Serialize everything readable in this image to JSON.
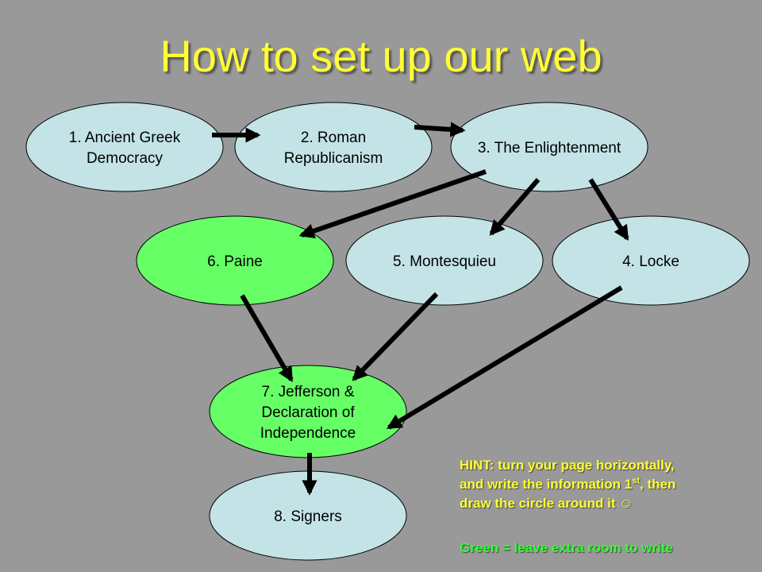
{
  "title": "How to set up our web",
  "nodes": [
    {
      "id": "ancient-greek",
      "lines": [
        "1.   Ancient Greek",
        "Democracy"
      ],
      "color": "#c3e3e6"
    },
    {
      "id": "roman",
      "lines": [
        "2. Roman",
        "Republicanism"
      ],
      "color": "#c3e3e6"
    },
    {
      "id": "enlightenment",
      "lines": [
        "3. The Enlightenment"
      ],
      "color": "#c3e3e6"
    },
    {
      "id": "paine",
      "lines": [
        "6. Paine"
      ],
      "color": "#66ff66"
    },
    {
      "id": "montesquieu",
      "lines": [
        "5. Montesquieu"
      ],
      "color": "#c3e3e6"
    },
    {
      "id": "locke",
      "lines": [
        "4. Locke"
      ],
      "color": "#c3e3e6"
    },
    {
      "id": "jefferson",
      "lines": [
        "7. Jefferson &",
        "Declaration of",
        "Independence"
      ],
      "color": "#66ff66"
    },
    {
      "id": "signers",
      "lines": [
        "8. Signers"
      ],
      "color": "#c3e3e6"
    }
  ],
  "edges": [
    {
      "from": "ancient-greek",
      "to": "roman"
    },
    {
      "from": "roman",
      "to": "enlightenment"
    },
    {
      "from": "enlightenment",
      "to": "paine"
    },
    {
      "from": "enlightenment",
      "to": "montesquieu"
    },
    {
      "from": "enlightenment",
      "to": "locke"
    },
    {
      "from": "paine",
      "to": "jefferson"
    },
    {
      "from": "montesquieu",
      "to": "jefferson"
    },
    {
      "from": "locke",
      "to": "jefferson"
    },
    {
      "from": "jefferson",
      "to": "signers"
    }
  ],
  "hint": {
    "line1": "HINT: turn your page horizontally,",
    "line2_before": "and write the information 1",
    "line2_sup": "st",
    "line2_after": ", then",
    "line3": "draw the circle around it ☺",
    "green_note": "Green = leave extra room to write"
  },
  "colors": {
    "background": "#999999",
    "title": "#ffff33",
    "hint": "#ffff33",
    "green_note": "#33ff33",
    "blue_node": "#c3e3e6",
    "green_node": "#66ff66"
  }
}
